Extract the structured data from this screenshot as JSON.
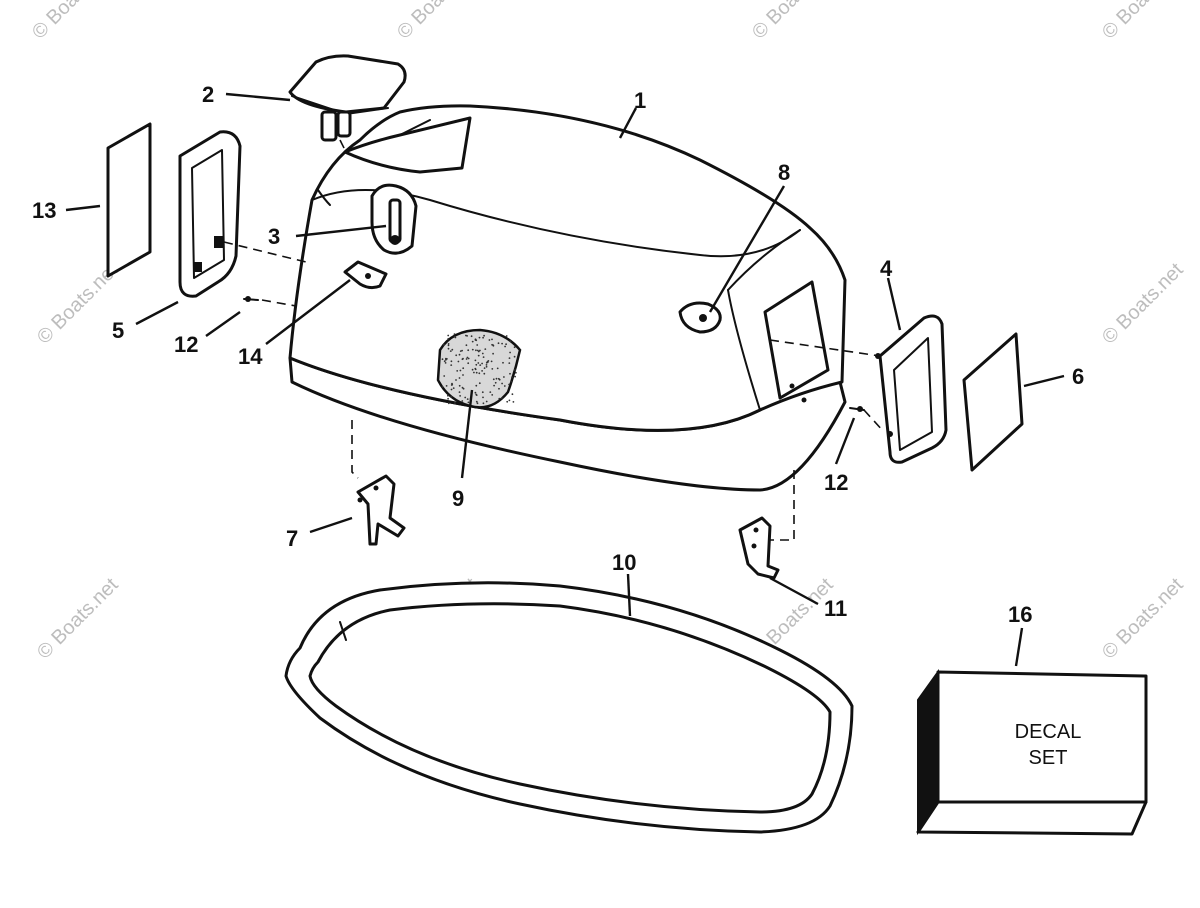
{
  "diagram": {
    "callouts": {
      "c1": "1",
      "c2": "2",
      "c3": "3",
      "c4": "4",
      "c5": "5",
      "c6": "6",
      "c7": "7",
      "c8": "8",
      "c9": "9",
      "c10": "10",
      "c11": "11",
      "c12a": "12",
      "c12b": "12",
      "c13": "13",
      "c14": "14",
      "c16": "16"
    },
    "decal_box": {
      "line1": "DECAL",
      "line2": "SET"
    },
    "watermark": "© Boats.net"
  }
}
